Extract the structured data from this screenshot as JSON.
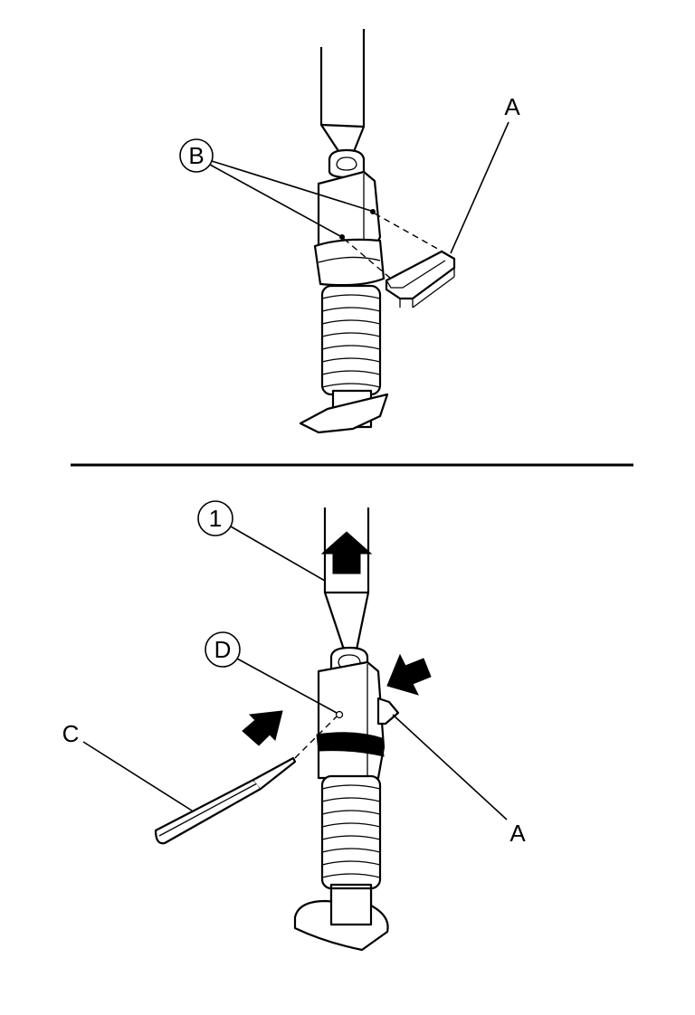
{
  "callouts": {
    "b": "B",
    "a_top": "A",
    "one": "1",
    "d": "D",
    "c": "C",
    "a_bottom": "A"
  },
  "colors": {
    "line": "#000000",
    "background": "#ffffff"
  }
}
